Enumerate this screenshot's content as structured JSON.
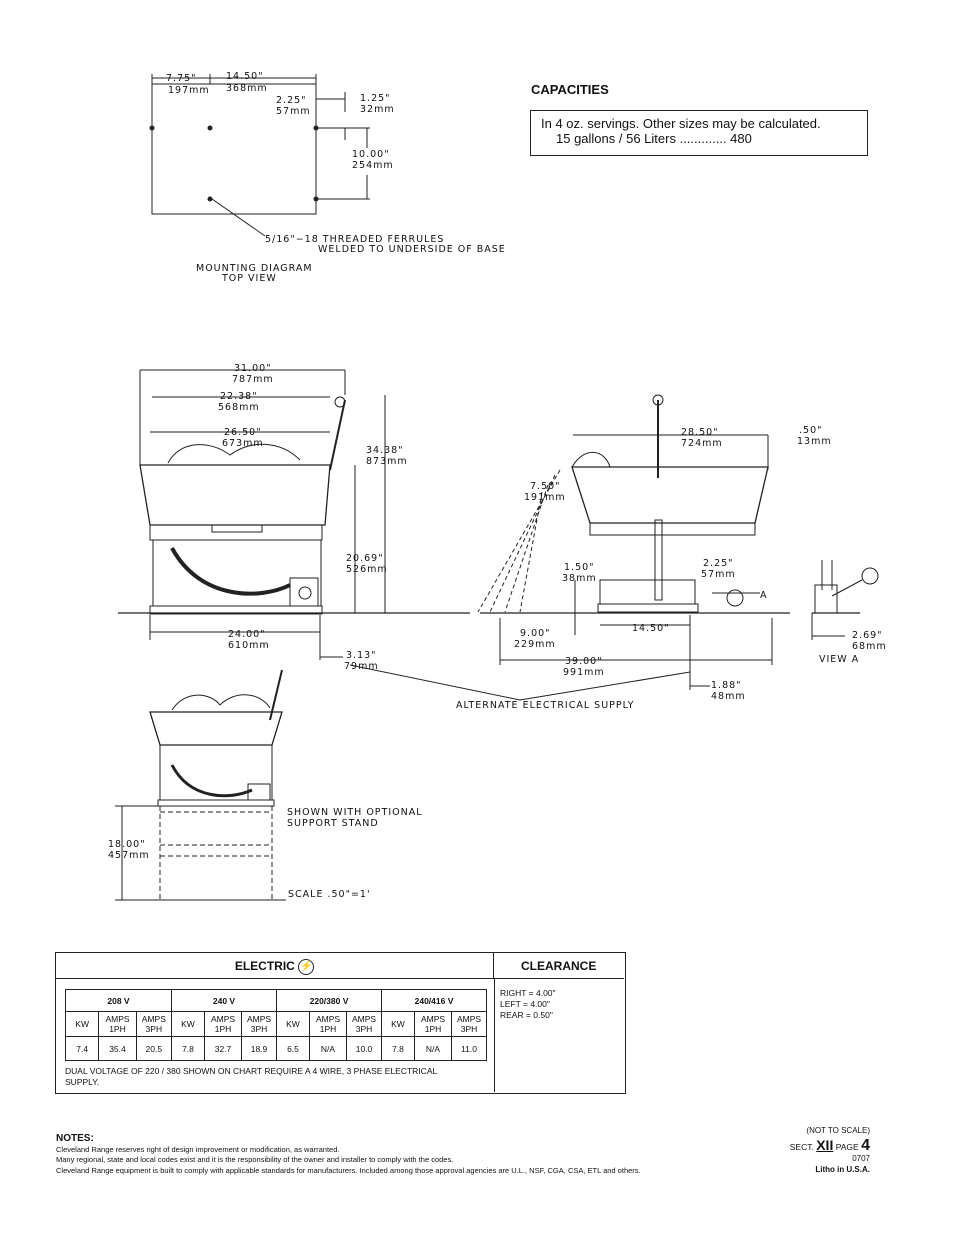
{
  "capacities": {
    "title": "CAPACITIES",
    "line1": "In 4 oz. servings. Other sizes may be calculated.",
    "line2": "15 gallons / 56 Liters ............. 480"
  },
  "mounting": {
    "dim_775": "7.75\"",
    "dim_197": "197mm",
    "dim_1450": "14.50\"",
    "dim_368": "368mm",
    "dim_225": "2.25\"",
    "dim_57": "57mm",
    "dim_125": "1.25\"",
    "dim_32": "32mm",
    "dim_1000": "10.00\"",
    "dim_254": "254mm",
    "ferrule1": "5/16\"−18 THREADED FERRULES",
    "ferrule2": "WELDED TO UNDERSIDE OF BASE",
    "caption1": "MOUNTING DIAGRAM",
    "caption2": "TOP VIEW"
  },
  "front": {
    "dim_3100": "31.00\"",
    "dim_787": "787mm",
    "dim_2238": "22.38\"",
    "dim_568": "568mm",
    "dim_2650": "26.50\"",
    "dim_673": "673mm",
    "dim_3438": "34.38\"",
    "dim_873": "873mm",
    "dim_2069": "20.69\"",
    "dim_526": "526mm",
    "dim_2400": "24.00\"",
    "dim_610": "610mm",
    "dim_313": "3.13\"",
    "dim_79": "79mm"
  },
  "side": {
    "dim_050": ".50\"",
    "dim_13": "13mm",
    "dim_2850": "28.50\"",
    "dim_724": "724mm",
    "dim_750": "7.50\"",
    "dim_191": "191mm",
    "dim_150": "1.50\"",
    "dim_38": "38mm",
    "dim_225": "2.25\"",
    "dim_57": "57mm",
    "label_a": "A",
    "dim_900": "9.00\"",
    "dim_229": "229mm",
    "dim_1450": "14.50\"",
    "dim_3900": "39.00\"",
    "dim_991": "991mm",
    "dim_188": "1.88\"",
    "dim_48": "48mm",
    "alt_supply": "ALTERNATE ELECTRICAL SUPPLY"
  },
  "view_a": {
    "dim_269": "2.69\"",
    "dim_68": "68mm",
    "caption": "VIEW A"
  },
  "stand": {
    "dim_1800": "18.00\"",
    "dim_457": "457mm",
    "caption1": "SHOWN WITH OPTIONAL",
    "caption2": "SUPPORT STAND",
    "scale": "SCALE .50\"=1'"
  },
  "electric": {
    "title": "ELECTRIC",
    "voltages": [
      "208 V",
      "240 V",
      "220/380 V",
      "240/416 V"
    ],
    "kw": "KW",
    "amps": "AMPS",
    "ph1": "1PH",
    "ph3": "3PH",
    "rows": [
      [
        "7.4",
        "35.4",
        "20.5"
      ],
      [
        "7.8",
        "32.7",
        "18.9"
      ],
      [
        "6.5",
        "N/A",
        "10.0"
      ],
      [
        "7.8",
        "N/A",
        "11.0"
      ]
    ],
    "note1": "DUAL VOLTAGE OF 220 / 380 SHOWN ON CHART REQUIRE A 4 WIRE, 3 PHASE ELECTRICAL",
    "note2": "SUPPLY."
  },
  "clearance": {
    "title": "CLEARANCE",
    "right": "RIGHT = 4.00\"",
    "left": "LEFT = 4.00\"",
    "rear": "REAR = 0.50\""
  },
  "notes": {
    "title": "NOTES",
    "line1": "Cleveland Range reserves right of design improvement or modification, as warranted.",
    "line2": "Many regional, state and local codes exist and it is the responsibility of the owner and installer to comply with the codes.",
    "line3": "Cleveland Range equipment is built to comply with applicable standards for manufacturers. Included among those approval agencies are U.L., NSF, CGA, CSA, ETL and others."
  },
  "footer": {
    "not_to_scale": "(NOT TO SCALE)",
    "sect": "SECT.",
    "sect_num": "XII",
    "page": "PAGE",
    "page_num": "4",
    "code": "0707",
    "litho": "Litho in U.S.A."
  }
}
